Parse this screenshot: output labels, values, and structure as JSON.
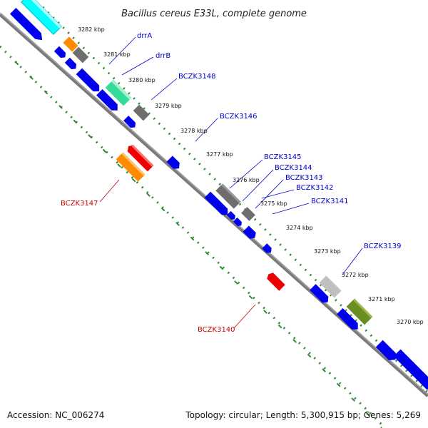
{
  "title": "Bacillus cereus E33L, complete genome",
  "footer": {
    "accession": "Accession: NC_006274",
    "topology": "Topology: circular; Length: 5,300,915 bp; Genes: 5,269"
  },
  "kbp_marks": [
    "3282 kbp",
    "3281 kbp",
    "3280 kbp",
    "3279 kbp",
    "3278 kbp",
    "3277 kbp",
    "3276 kbp",
    "3275 kbp",
    "3274 kbp",
    "3273 kbp",
    "3272 kbp",
    "3271 kbp",
    "3270 kbp"
  ],
  "gene_labels": {
    "drrA": "drrA",
    "drrB": "drrB",
    "BCZK3148": "BCZK3148",
    "BCZK3146": "BCZK3146",
    "BCZK3145": "BCZK3145",
    "BCZK3144": "BCZK3144",
    "BCZK3143": "BCZK3143",
    "BCZK3142": "BCZK3142",
    "BCZK3141": "BCZK3141",
    "BCZK3139": "BCZK3139",
    "BCZK3147": "BCZK3147",
    "BCZK3140": "BCZK3140"
  },
  "colors": {
    "backbone": "#808080",
    "dots": "#2e8b2e",
    "blue": "#0000ee",
    "orange": "#ff8c00",
    "gray": "#6e6e6e",
    "lightgray": "#c0c0c0",
    "teal": "#33dd99",
    "cyan": "#00ffff",
    "olive": "#6b8e23",
    "red": "#ee0000",
    "label_blue": "#0000cc",
    "label_red": "#cc0000"
  }
}
